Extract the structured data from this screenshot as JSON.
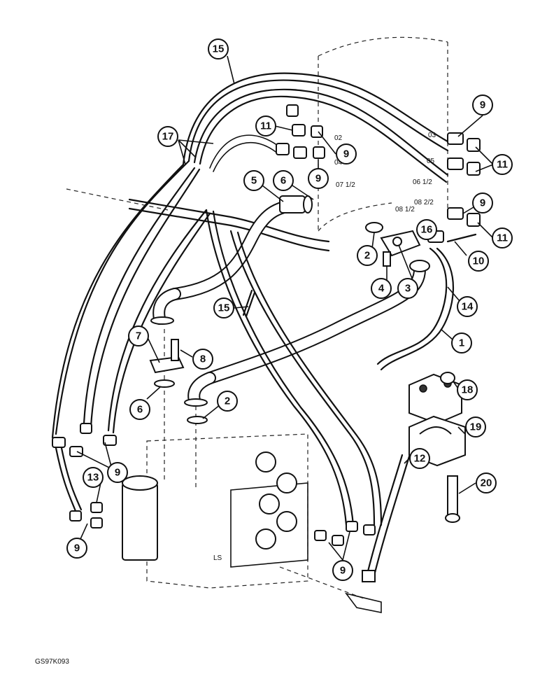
{
  "figure_code": "GS97K093",
  "callouts": [
    {
      "id": "c15a",
      "label": "15"
    },
    {
      "id": "c17",
      "label": "17"
    },
    {
      "id": "c11a",
      "label": "11"
    },
    {
      "id": "c9a",
      "label": "9"
    },
    {
      "id": "c9b",
      "label": "9"
    },
    {
      "id": "c9c",
      "label": "9"
    },
    {
      "id": "c11b",
      "label": "11"
    },
    {
      "id": "c5",
      "label": "5"
    },
    {
      "id": "c6a",
      "label": "6"
    },
    {
      "id": "c9d",
      "label": "9"
    },
    {
      "id": "c11c",
      "label": "11"
    },
    {
      "id": "c16",
      "label": "16"
    },
    {
      "id": "c2a",
      "label": "2"
    },
    {
      "id": "c4",
      "label": "4"
    },
    {
      "id": "c3",
      "label": "3"
    },
    {
      "id": "c10",
      "label": "10"
    },
    {
      "id": "c15b",
      "label": "15"
    },
    {
      "id": "c14",
      "label": "14"
    },
    {
      "id": "c1",
      "label": "1"
    },
    {
      "id": "c7",
      "label": "7"
    },
    {
      "id": "c8",
      "label": "8"
    },
    {
      "id": "c6b",
      "label": "6"
    },
    {
      "id": "c2b",
      "label": "2"
    },
    {
      "id": "c18",
      "label": "18"
    },
    {
      "id": "c19",
      "label": "19"
    },
    {
      "id": "c9e",
      "label": "9"
    },
    {
      "id": "c12",
      "label": "12"
    },
    {
      "id": "c13",
      "label": "13"
    },
    {
      "id": "c20",
      "label": "20"
    },
    {
      "id": "c9f",
      "label": "9"
    },
    {
      "id": "c9g",
      "label": "9"
    }
  ],
  "port_labels": {
    "p03": "03",
    "p02": "02",
    "p04": "04",
    "p05": "05",
    "p07": "07 1/2",
    "p06": "06 1/2",
    "p08a": "08 1/2",
    "p08b": "08 2/2",
    "ls": "LS"
  }
}
